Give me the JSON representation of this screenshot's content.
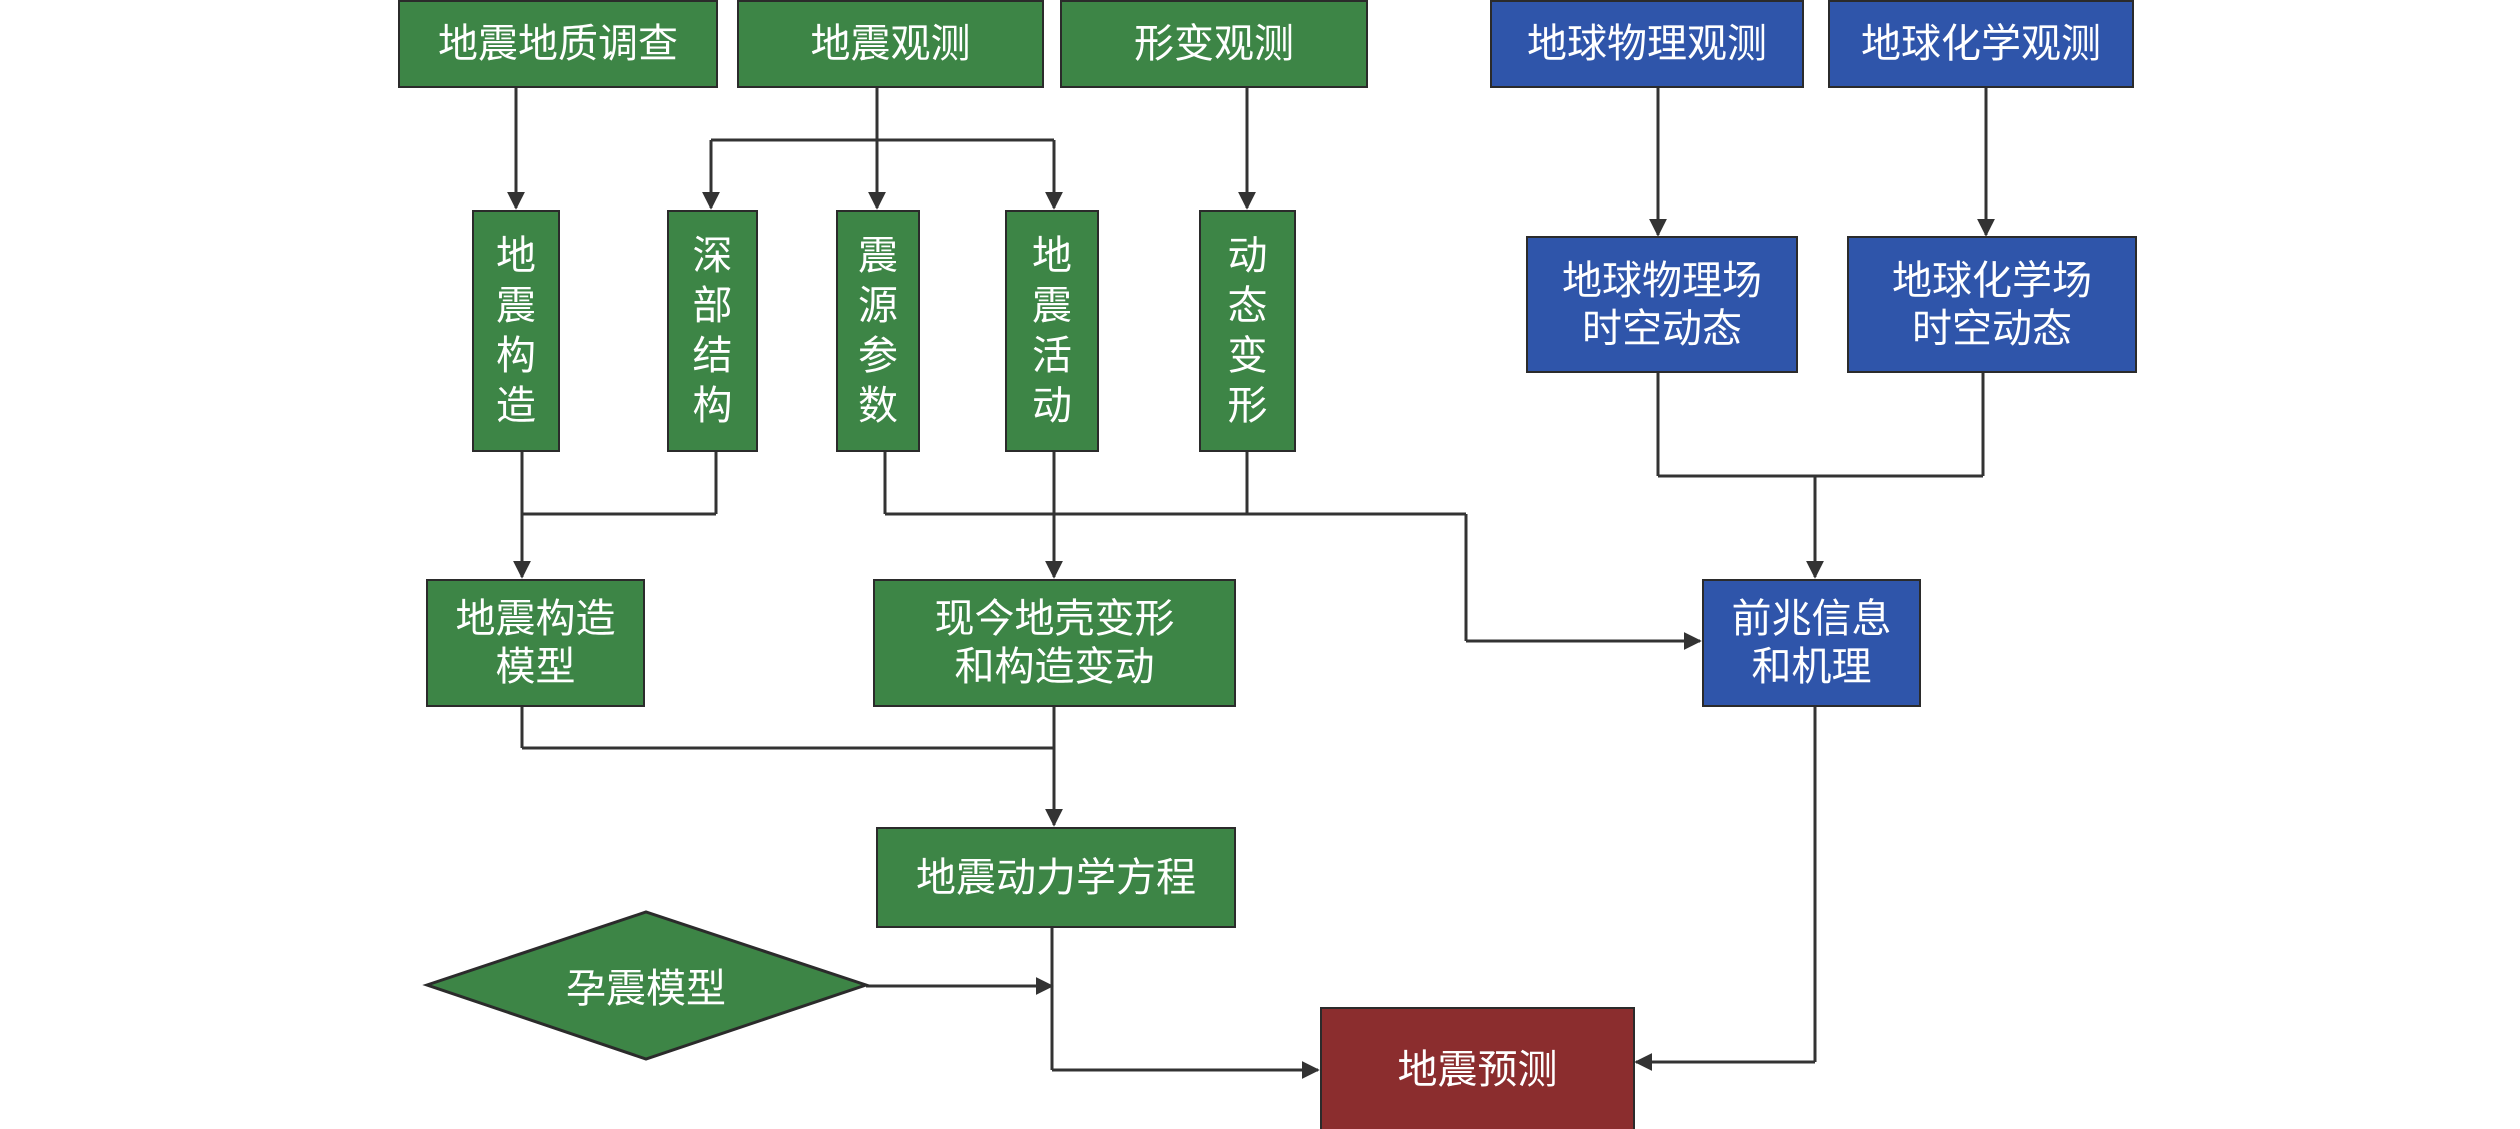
{
  "colors": {
    "green": "#3d8546",
    "blue": "#2f55aa",
    "red": "#8b2d2e",
    "line": "#333333"
  },
  "nodes": {
    "n_geo_survey": "地震地质调查",
    "n_seis_obs": "地震观测",
    "n_deform_obs": "形变观测",
    "n_geophys_obs": "地球物理观测",
    "n_geochem_obs": "地球化学观测",
    "n_seis_tectonics": "地\n震\n构\n造",
    "n_deep_structure": "深\n部\n结\n构",
    "n_source_params": "震\n源\n参\n数",
    "n_seis_activity": "地\n震\n活\n动",
    "n_dynamic_deform": "动\n态\n变\n形",
    "n_geophys_field": "地球物理场\n时空动态",
    "n_geochem_field": "地球化学场\n时空动态",
    "n_tectonic_model": "地震构造\n模型",
    "n_crust_deform": "现今地壳变形\n和构造变动",
    "n_precursor": "前兆信息\n和机理",
    "n_dynamics_eq": "地震动力学方程",
    "n_seismogenic_model": "孕震模型",
    "n_prediction": "地震预测"
  }
}
